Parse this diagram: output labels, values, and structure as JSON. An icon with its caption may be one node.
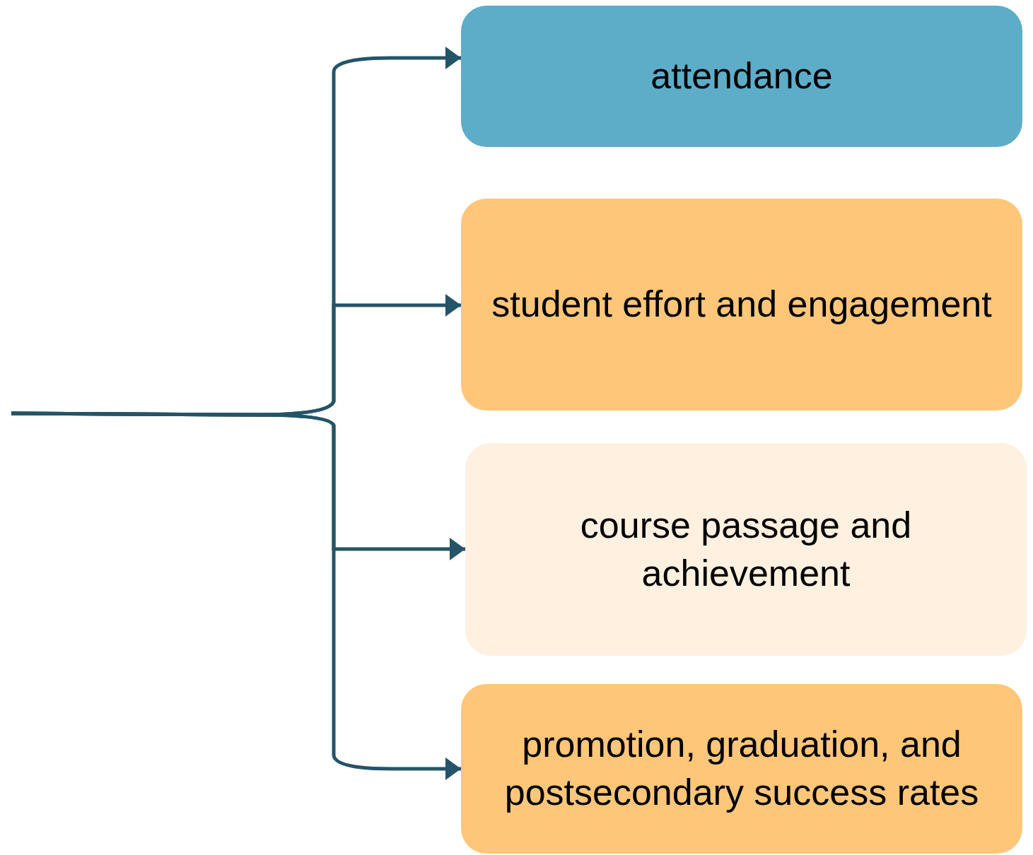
{
  "diagram": {
    "nodes": [
      {
        "text": [
          "attendance"
        ]
      },
      {
        "text": [
          "student effort and engagement"
        ]
      },
      {
        "text": [
          "course passage and achievement"
        ]
      },
      {
        "text": [
          "promotion, graduation, and postsecondary success rates"
        ]
      }
    ],
    "edges": [
      {
        "from": null,
        "to": 0,
        "arrow": "to"
      },
      {
        "from": null,
        "to": 1,
        "arrow": "to"
      },
      {
        "from": null,
        "to": 2,
        "arrow": "to"
      },
      {
        "from": null,
        "to": 3,
        "arrow": "to"
      }
    ]
  }
}
